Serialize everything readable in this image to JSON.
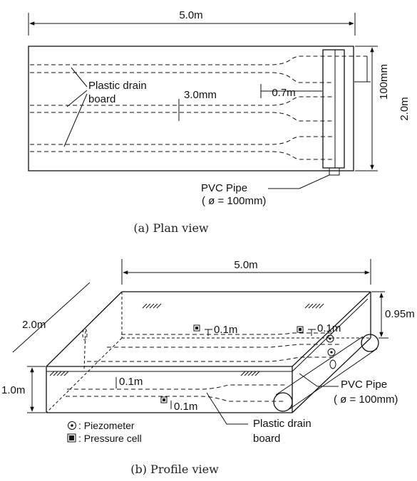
{
  "plan": {
    "length_label": "5.0m",
    "width_label": "2.0m",
    "pipe_width_label": "100mm",
    "drain_label_line1": "Plastic drain",
    "drain_label_line2": "board",
    "gap_label": "3.0mm",
    "offset_label": "0.7m",
    "pipe_label_line1": "PVC Pipe",
    "pipe_label_line2": "( ø = 100mm)",
    "caption": "(a)  Plan view"
  },
  "profile": {
    "length_label": "5.0m",
    "width_label": "2.0m",
    "height_label": "1.0m",
    "depth_label": "0.95m",
    "spacing_top_left": "0.1m",
    "spacing_top_right": "0.1m",
    "spacing_mid": "0.1m",
    "spacing_bottom": "0.1m",
    "pipe_label_line1": "PVC Pipe",
    "pipe_label_line2": "( ø = 100mm)",
    "drain_label_line1": "Plastic drain",
    "drain_label_line2": "board",
    "legend": [
      {
        "icon": "piezometer-icon",
        "label": ": Piezometer"
      },
      {
        "icon": "pressure-cell-icon",
        "label": ": Pressure cell"
      }
    ],
    "caption": "(b)  Profile view"
  }
}
